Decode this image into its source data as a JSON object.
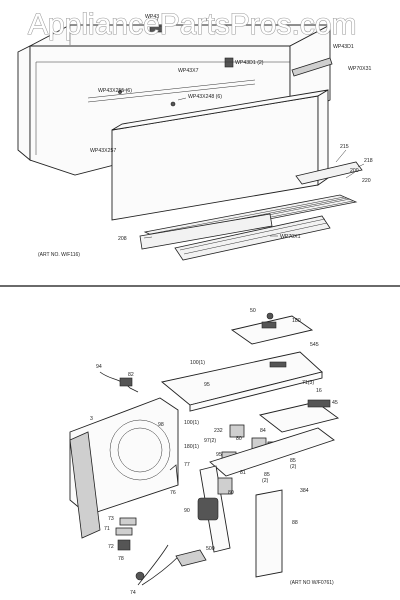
{
  "watermark": "AppliancePartsPros.com",
  "top_diagram": {
    "art_no": "(ART NO. W/F116)",
    "labels": {
      "wp_top": "WP43",
      "wp43d1_2": "WP43D1 (2)",
      "wp43x7": "WP43X7",
      "wp43d1_r": "WP43D1",
      "wp70x31": "WP70X31",
      "wp43x255_6": "WP43X255 (6)",
      "wp43x248_6": "WP43X248 (6)",
      "wp43x257": "WP43X257",
      "n215": "215",
      "n218": "218",
      "n200": "200",
      "n220": "220",
      "n208": "208",
      "wp70x1": "WP70X1"
    }
  },
  "bottom_diagram": {
    "art_no": "(ART NO W/F0761)",
    "labels": {
      "n50": "50",
      "n180": "180",
      "n545": "545",
      "n100_1": "100(1)",
      "n94": "94",
      "n95": "95",
      "n71_3": "71(3)",
      "n16": "16",
      "n45": "45",
      "n82": "82",
      "n3": "3",
      "n100_2": "100(1)",
      "n98": "98",
      "n180_2": "180(1)",
      "n80": "80",
      "n84": "84",
      "n85_2": "85",
      "n81_2": "(2)",
      "n97_2": "97(2)",
      "n232": "232",
      "n77": "77",
      "n95b": "95",
      "n81": "81",
      "n85": "85",
      "n2b": "(2)",
      "n76": "76",
      "n80b": "80",
      "n73": "73",
      "n71": "71",
      "n72": "72",
      "n78": "78",
      "n90": "90",
      "n500": "500",
      "n74": "74",
      "n384": "384",
      "n88": "88"
    }
  }
}
